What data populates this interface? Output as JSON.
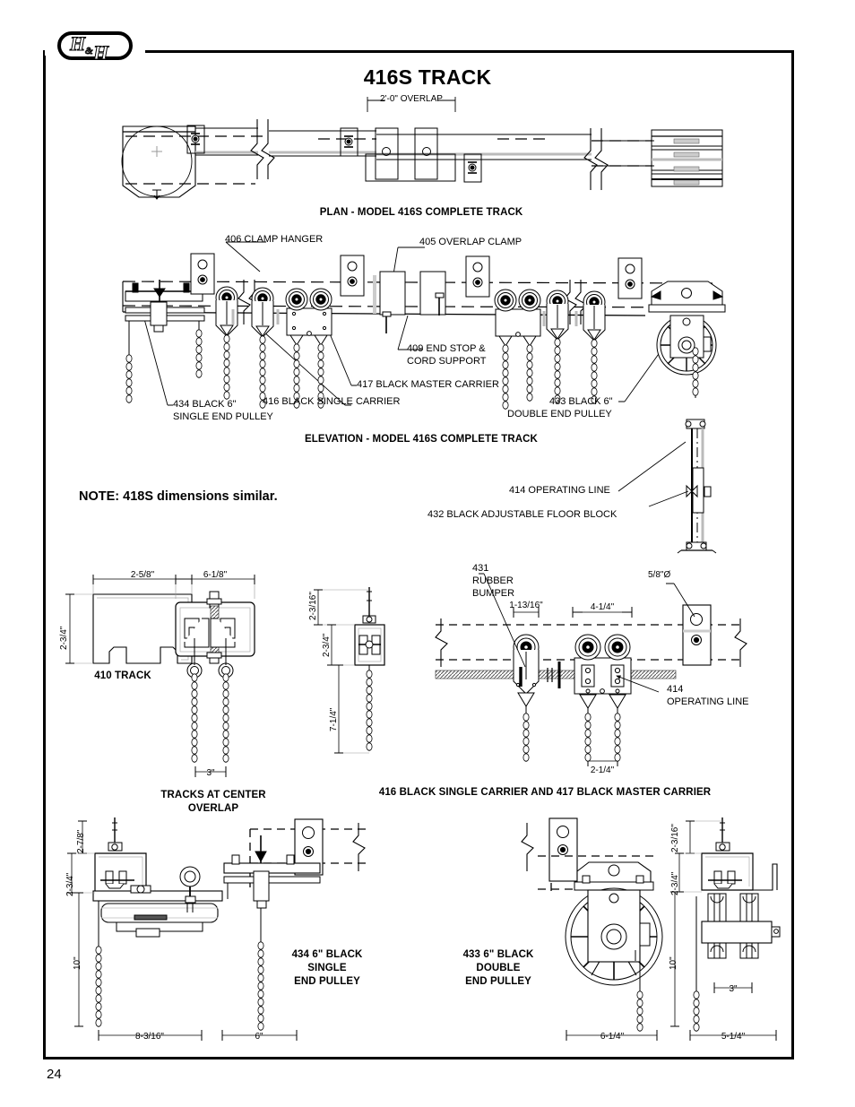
{
  "document": {
    "logo_text": "H&H",
    "page_number": "24",
    "title": "416S TRACK",
    "note": "NOTE: 418S dimensions similar."
  },
  "plan_view": {
    "caption": "PLAN - MODEL 416S COMPLETE TRACK",
    "overlap_dim": "2'-0\" OVERLAP"
  },
  "elevation_view": {
    "caption": "ELEVATION - MODEL 416S COMPLETE TRACK",
    "callouts": [
      {
        "id": "406",
        "text": "406 CLAMP HANGER"
      },
      {
        "id": "405",
        "text": "405 OVERLAP CLAMP"
      },
      {
        "id": "409",
        "line1": "409 END STOP &",
        "line2": "CORD SUPPORT"
      },
      {
        "id": "417",
        "text": "417 BLACK MASTER CARRIER"
      },
      {
        "id": "416",
        "text": "416 BLACK SINGLE CARRIER"
      },
      {
        "id": "434",
        "line1": "434 BLACK 6\"",
        "line2": "SINGLE END PULLEY"
      },
      {
        "id": "433",
        "line1": "433 BLACK 6\"",
        "line2": "DOUBLE END PULLEY"
      },
      {
        "id": "414",
        "text": "414 OPERATING LINE"
      },
      {
        "id": "432",
        "text": "432 BLACK ADJUSTABLE FLOOR BLOCK"
      }
    ]
  },
  "track_detail": {
    "caption": "410 TRACK",
    "width_dim": "2-5/8\"",
    "height_dim": "2-3/4\""
  },
  "overlap_detail": {
    "caption_line1": "TRACKS AT CENTER",
    "caption_line2": "OVERLAP",
    "width_dim": "6-1/8\"",
    "spacing_dim": "3\""
  },
  "carrier_side_detail": {
    "dim_top": "2-3/16\"",
    "dim_body": "2-3/4\"",
    "dim_drop": "7-1/4\""
  },
  "carrier_detail": {
    "caption": "416 BLACK SINGLE CARRIER AND 417 BLACK MASTER CARRIER",
    "bumper_label_line1": "431",
    "bumper_label_line2": "RUBBER",
    "bumper_label_line3": "BUMPER",
    "dim_single": "1-13/16\"",
    "dim_master": "4-1/4\"",
    "dim_wheel_spacing": "2-1/4\"",
    "hole_dim": "5/8\"Ø",
    "operating_line_line1": "414",
    "operating_line_line2": "OPERATING LINE"
  },
  "single_end_pulley": {
    "caption_line1": "434 6\" BLACK",
    "caption_line2": "SINGLE",
    "caption_line3": "END PULLEY",
    "dim_top": "2-7/8\"",
    "dim_body": "2-3/4\"",
    "dim_drop": "10\"",
    "dim_width_front": "8-3/16\"",
    "dim_width_side": "6\""
  },
  "double_end_pulley": {
    "caption_line1": "433 6\" BLACK",
    "caption_line2": "DOUBLE",
    "caption_line3": "END PULLEY",
    "dim_top": "2-3/16\"",
    "dim_body": "2-3/4\"",
    "dim_drop": "10\"",
    "dim_width_front": "6-1/4\"",
    "dim_width_side": "5-1/4\"",
    "dim_sheave_spacing": "3\""
  },
  "colors": {
    "ink": "#000000",
    "paper": "#ffffff",
    "gray": "#888888",
    "light": "#cccccc"
  }
}
